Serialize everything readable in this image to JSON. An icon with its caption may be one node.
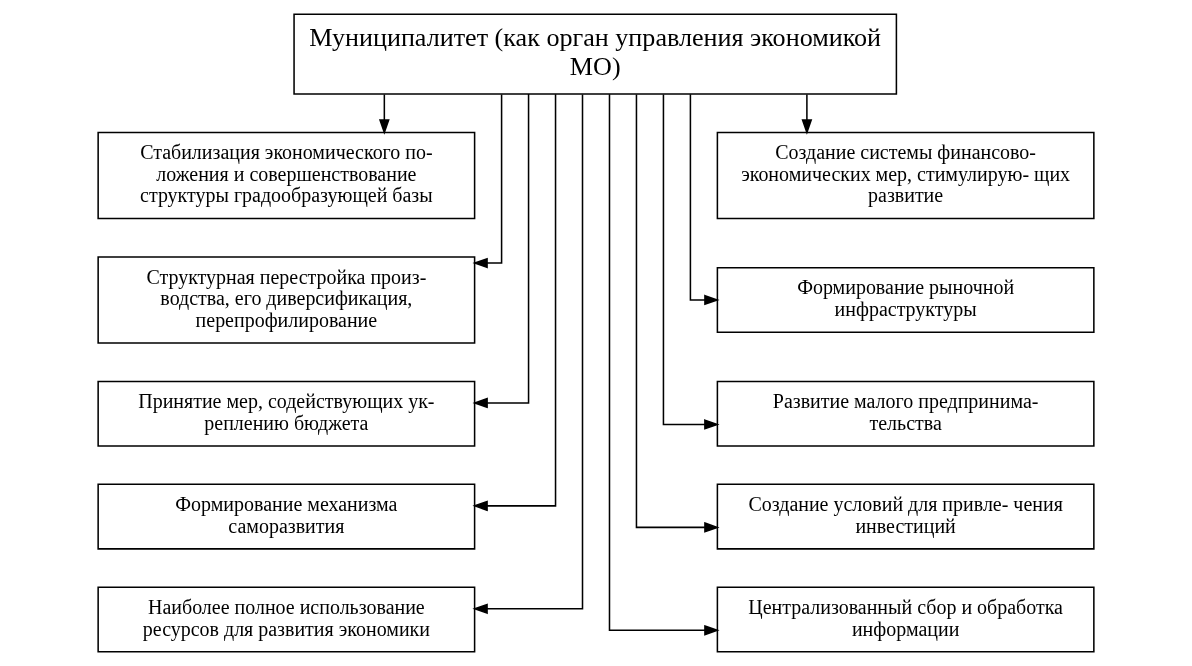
{
  "diagram": {
    "nodes": [
      {
        "text": [
          "Муниципалитет (как орган управления экономикой МО)"
        ]
      },
      {
        "text": [
          "Стабилизация экономического по- ложения и совершенствование структуры градообразующей базы"
        ]
      },
      {
        "text": [
          "Создание системы финансово- экономических мер, стимулирую- щих развитие"
        ]
      },
      {
        "text": [
          "Структурная перестройка произ- водства, его диверсификация, перепрофилирование"
        ]
      },
      {
        "text": [
          "Формирование рыночной инфраструктуры"
        ]
      },
      {
        "text": [
          "Принятие мер, содействующих ук- реплению бюджета"
        ]
      },
      {
        "text": [
          "Развитие малого предпринима- тельства"
        ]
      },
      {
        "text": [
          "Формирование механизма саморазвития"
        ]
      },
      {
        "text": [
          "Создание условий для привле- чения инвестиций"
        ]
      },
      {
        "text": [
          "Наиболее полное использование ресурсов для развития экономики"
        ]
      },
      {
        "text": [
          "Централизованный сбор и обработка информации"
        ]
      }
    ],
    "edges": [
      {
        "from": 0,
        "to": 1,
        "arrow": "to"
      },
      {
        "from": 0,
        "to": 2,
        "arrow": "to"
      },
      {
        "from": 0,
        "to": 3,
        "arrow": "to"
      },
      {
        "from": 0,
        "to": 4,
        "arrow": "to"
      },
      {
        "from": 0,
        "to": 5,
        "arrow": "to"
      },
      {
        "from": 0,
        "to": 6,
        "arrow": "to"
      },
      {
        "from": 0,
        "to": 7,
        "arrow": "to"
      },
      {
        "from": 0,
        "to": 8,
        "arrow": "to"
      },
      {
        "from": 0,
        "to": 9,
        "arrow": "to"
      },
      {
        "from": 0,
        "to": 10,
        "arrow": "to"
      }
    ]
  }
}
